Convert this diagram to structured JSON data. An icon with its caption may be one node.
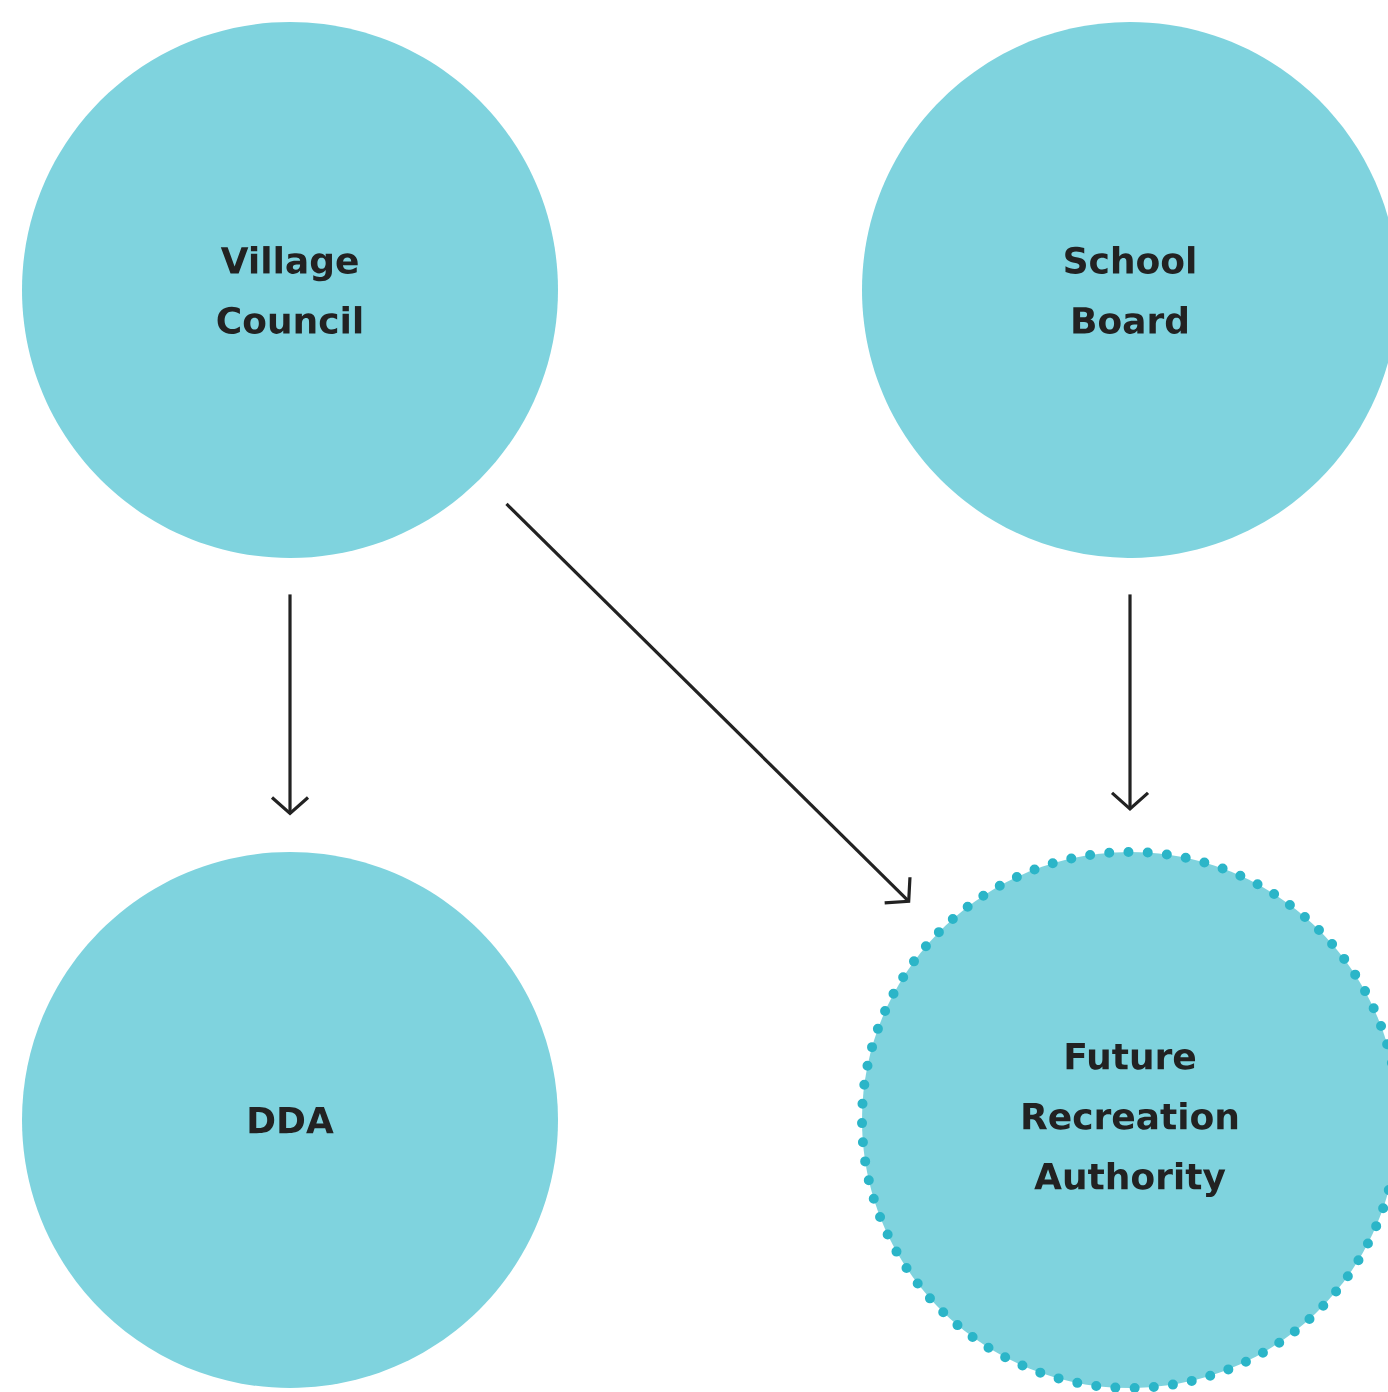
{
  "diagram": {
    "nodes": [
      {
        "text": [
          "Village Council"
        ]
      },
      {
        "text": [
          "School Board"
        ]
      },
      {
        "text": [
          "DDA"
        ]
      },
      {
        "text": [
          "Future Recreation Authority"
        ]
      }
    ],
    "edges": [
      {
        "from": 0,
        "to": 2,
        "arrow": "to"
      },
      {
        "from": 0,
        "to": 3,
        "arrow": "to"
      },
      {
        "from": 1,
        "to": 3,
        "arrow": "to"
      }
    ]
  }
}
